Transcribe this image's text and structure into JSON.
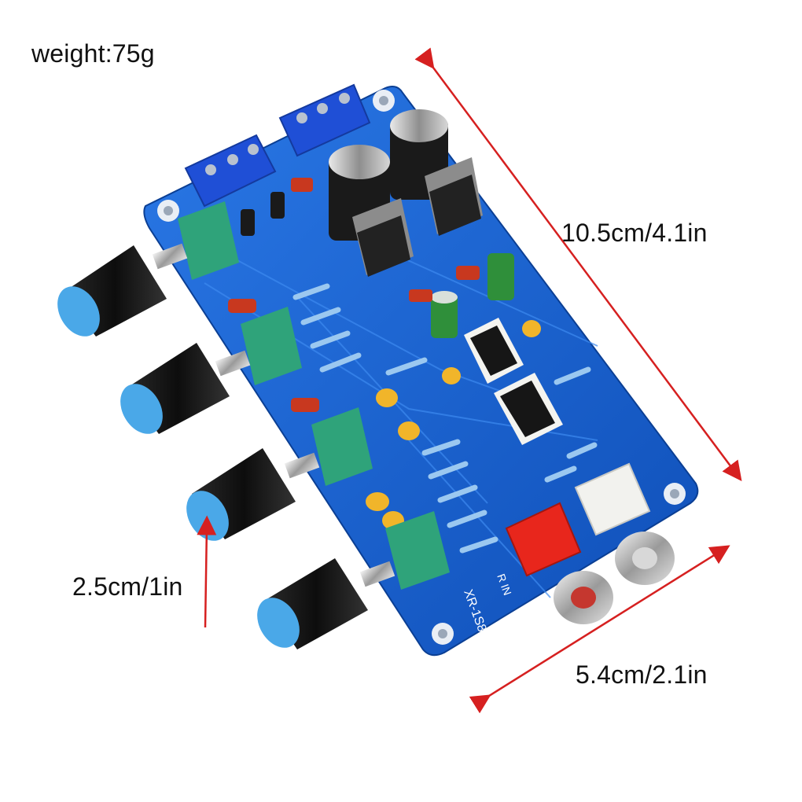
{
  "labels": {
    "weight": "weight:75g",
    "length": "10.5cm/4.1in",
    "width": "5.4cm/2.1in",
    "knob_height": "2.5cm/1in"
  },
  "board": {
    "silkscreen_model": "XR-1S8",
    "input_marking": "R IN"
  },
  "colors": {
    "pcb_blue": "#1565d8",
    "terminal_blue": "#1f4fd6",
    "pot_green": "#2fa37a",
    "knob_black": "#151515",
    "knob_tip_blue": "#4aa8e8",
    "rca_red": "#e8261c",
    "rca_white": "#f2f2ee",
    "arrow_red": "#d62020"
  }
}
